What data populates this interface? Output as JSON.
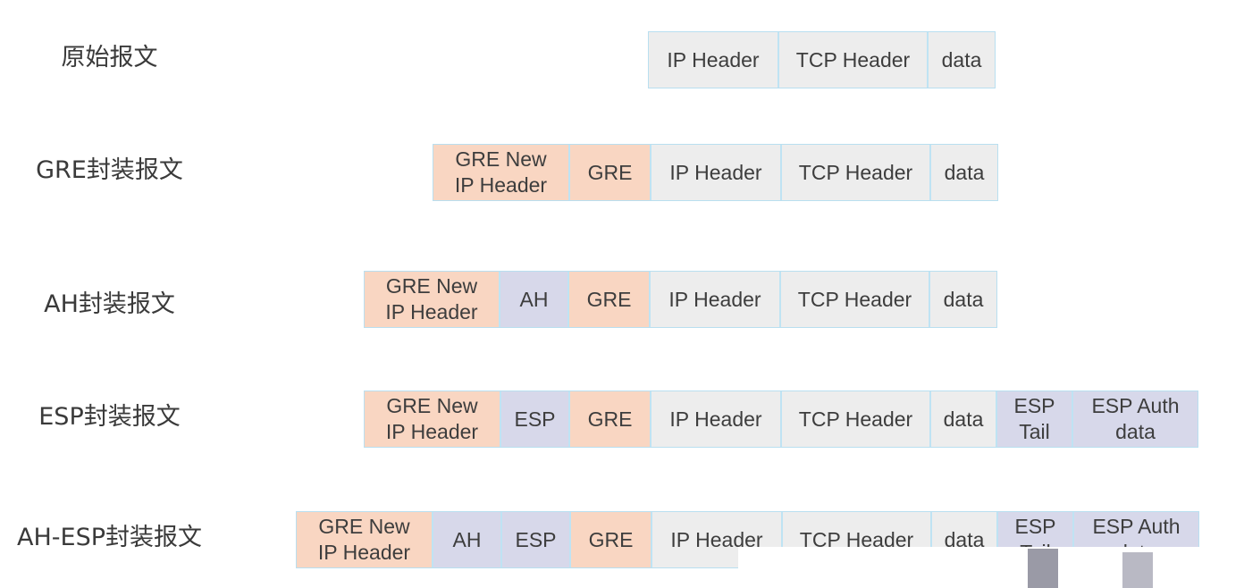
{
  "rows": [
    {
      "label": "原始报文",
      "cells": [
        {
          "text": "IP Header",
          "kind": "orig"
        },
        {
          "text": "TCP Header",
          "kind": "orig"
        },
        {
          "text": "data",
          "kind": "orig"
        }
      ]
    },
    {
      "label": "GRE封装报文",
      "cells": [
        {
          "text": "GRE New\nIP Header",
          "kind": "gre"
        },
        {
          "text": "GRE",
          "kind": "gre"
        },
        {
          "text": "IP Header",
          "kind": "orig"
        },
        {
          "text": "TCP Header",
          "kind": "orig"
        },
        {
          "text": "data",
          "kind": "orig"
        }
      ]
    },
    {
      "label": "AH封装报文",
      "cells": [
        {
          "text": "GRE New\nIP Header",
          "kind": "gre"
        },
        {
          "text": "AH",
          "kind": "ipsec"
        },
        {
          "text": "GRE",
          "kind": "gre"
        },
        {
          "text": "IP Header",
          "kind": "orig"
        },
        {
          "text": "TCP Header",
          "kind": "orig"
        },
        {
          "text": "data",
          "kind": "orig"
        }
      ]
    },
    {
      "label": "ESP封装报文",
      "cells": [
        {
          "text": "GRE New\nIP Header",
          "kind": "gre"
        },
        {
          "text": "ESP",
          "kind": "ipsec"
        },
        {
          "text": "GRE",
          "kind": "gre"
        },
        {
          "text": "IP Header",
          "kind": "orig"
        },
        {
          "text": "TCP Header",
          "kind": "orig"
        },
        {
          "text": "data",
          "kind": "orig"
        },
        {
          "text": "ESP\nTail",
          "kind": "ipsec"
        },
        {
          "text": "ESP Auth\ndata",
          "kind": "ipsec"
        }
      ]
    },
    {
      "label": "AH-ESP封装报文",
      "cells": [
        {
          "text": "GRE New\nIP Header",
          "kind": "gre"
        },
        {
          "text": "AH",
          "kind": "ipsec"
        },
        {
          "text": "ESP",
          "kind": "ipsec"
        },
        {
          "text": "GRE",
          "kind": "gre"
        },
        {
          "text": "IP Header",
          "kind": "orig"
        },
        {
          "text": "TCP Header",
          "kind": "orig"
        },
        {
          "text": "data",
          "kind": "orig"
        },
        {
          "text": "ESP\nTail",
          "kind": "ipsec"
        },
        {
          "text": "ESP Auth\ndata",
          "kind": "ipsec"
        }
      ]
    }
  ],
  "colors": {
    "original": "#ededed",
    "gre": "#f9d6c2",
    "ipsec": "#d7d8ea",
    "border": "#b9dff0"
  }
}
